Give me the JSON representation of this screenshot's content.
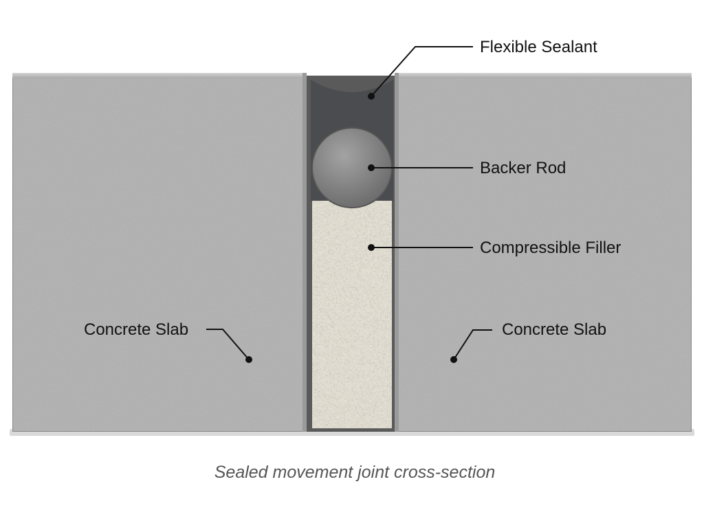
{
  "labels": {
    "flexible_sealant": "Flexible Sealant",
    "backer_rod": "Backer Rod",
    "compressible_filler": "Compressible Filler",
    "slab_left": "Concrete Slab",
    "slab_right": "Concrete Slab"
  },
  "caption": "Sealed movement joint cross-section",
  "colors": {
    "concrete": "#b9b9b9",
    "concrete_edge": "#8f8f8f",
    "sealant": "#4a4c4f",
    "backer_rod": "#7d7d7d",
    "filler": "#e6e2d6",
    "leader_line": "#111111"
  }
}
